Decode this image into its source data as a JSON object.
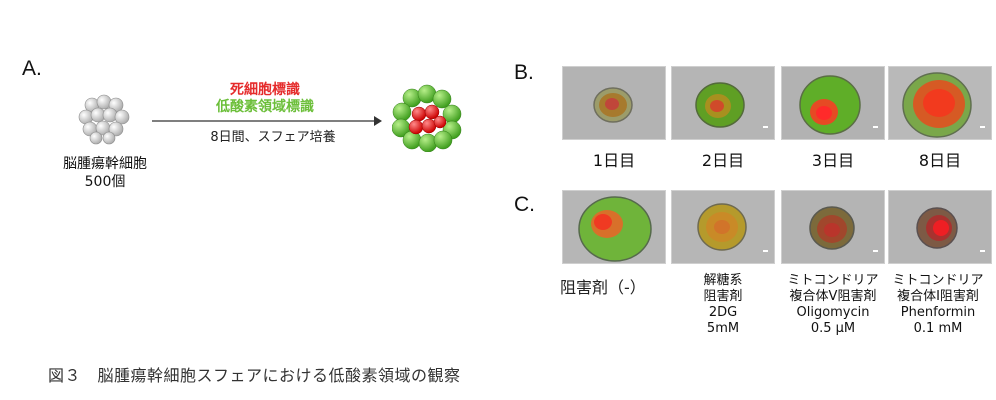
{
  "panels": {
    "a": "A.",
    "b": "B.",
    "c": "C."
  },
  "panel_a": {
    "label_dead": "死細胞標識",
    "label_hypoxia": "低酸素領域標識",
    "arrow_caption": "8日間、スフェア培養",
    "cells_line1": "脳腫瘍幹細胞",
    "cells_line2": "500個"
  },
  "panel_b": {
    "days": [
      "1日目",
      "2日目",
      "3日目",
      "8日目"
    ]
  },
  "panel_c": {
    "conditions": [
      {
        "lines": [
          "阻害剤（-）"
        ]
      },
      {
        "lines": [
          "解糖系",
          "阻害剤",
          "2DG",
          "5mM"
        ]
      },
      {
        "lines": [
          "ミトコンドリア",
          "複合体Ⅴ阻害剤",
          "Oligomycin",
          "0.5 μM"
        ]
      },
      {
        "lines": [
          "ミトコンドリア",
          "複合体Ⅰ阻害剤",
          "Phenformin",
          "0.1 mM"
        ]
      }
    ]
  },
  "figure_caption": "図３　脳腫瘍幹細胞スフェアにおける低酸素領域の観察",
  "colors": {
    "dead_label": "#e52b2b",
    "hypoxia_label": "#6cbf3a"
  }
}
